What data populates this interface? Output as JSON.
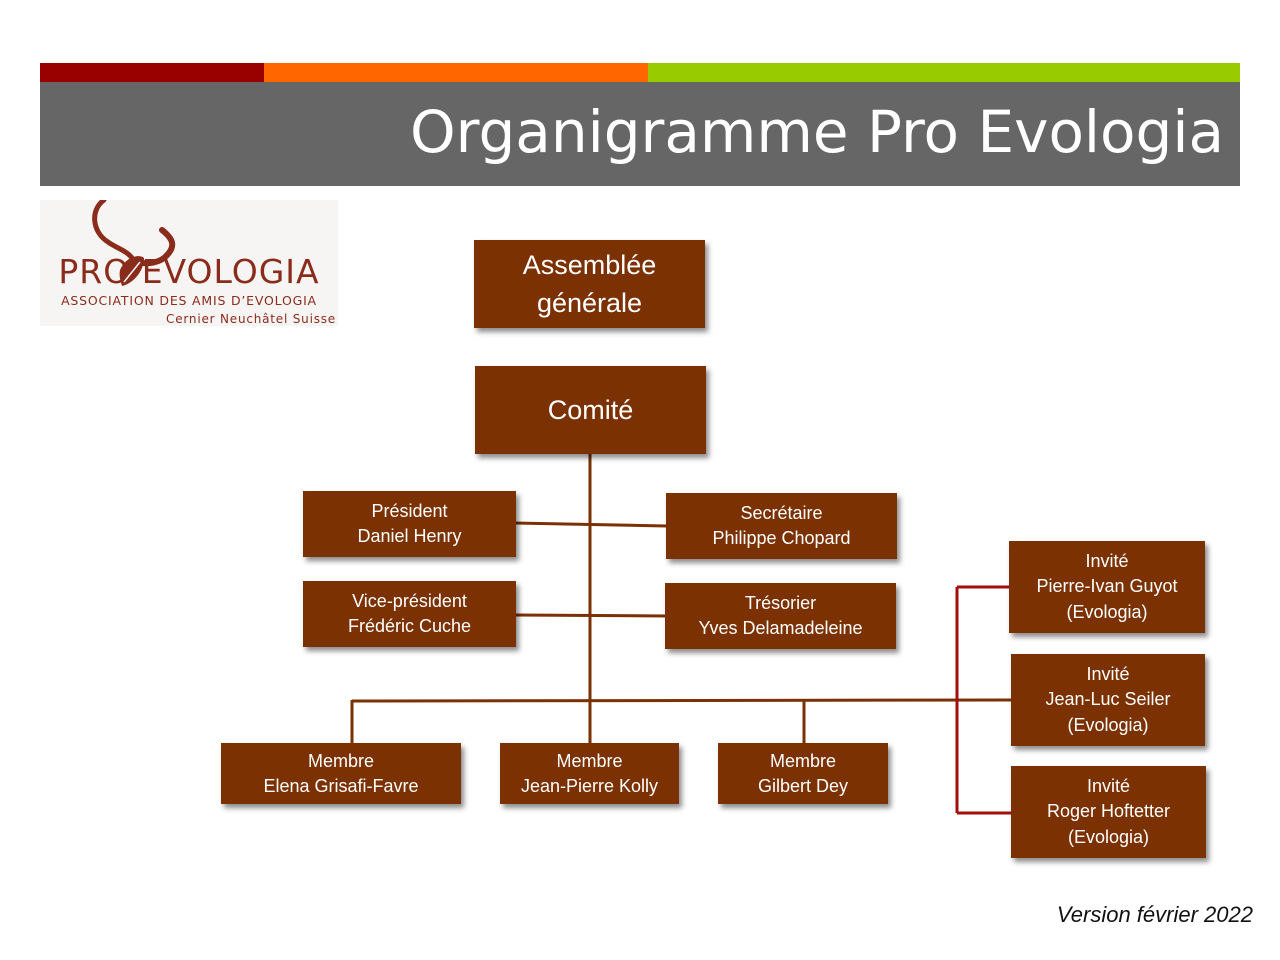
{
  "header": {
    "title": "Organigramme Pro Evologia",
    "stripe_colors": [
      "#990000",
      "#ff6600",
      "#99cc00"
    ],
    "band_color": "#666666"
  },
  "logo": {
    "name": "PRO EVOLOGIA",
    "subtitle": "ASSOCIATION DES AMIS D’EVOLOGIA",
    "place": "Cernier  Neuchâtel  Suisse",
    "color": "#8a2c1c"
  },
  "colors": {
    "box": "#7b3102",
    "connector": "#7b3102",
    "guest_connector": "#a30d0d"
  },
  "org": {
    "assemblee": {
      "line1": "Assemblée",
      "line2": "générale"
    },
    "comite": {
      "line1": "Comité"
    },
    "president": {
      "role": "Président",
      "name": "Daniel Henry"
    },
    "secretaire": {
      "role": "Secrétaire",
      "name": "Philippe Chopard"
    },
    "vice_president": {
      "role": "Vice-président",
      "name": "Frédéric Cuche"
    },
    "tresorier": {
      "role": "Trésorier",
      "name": "Yves Delamadeleine"
    },
    "members": [
      {
        "role": "Membre",
        "name": "Elena Grisafi-Favre"
      },
      {
        "role": "Membre",
        "name": "Jean-Pierre Kolly"
      },
      {
        "role": "Membre",
        "name": "Gilbert Dey"
      }
    ],
    "guests": [
      {
        "role": "Invité",
        "name": "Pierre-Ivan Guyot",
        "org": "(Evologia)"
      },
      {
        "role": "Invité",
        "name": "Jean-Luc Seiler",
        "org": "(Evologia)"
      },
      {
        "role": "Invité",
        "name": "Roger Hoftetter",
        "org": "(Evologia)"
      }
    ]
  },
  "footer": {
    "version": "Version février 2022"
  }
}
